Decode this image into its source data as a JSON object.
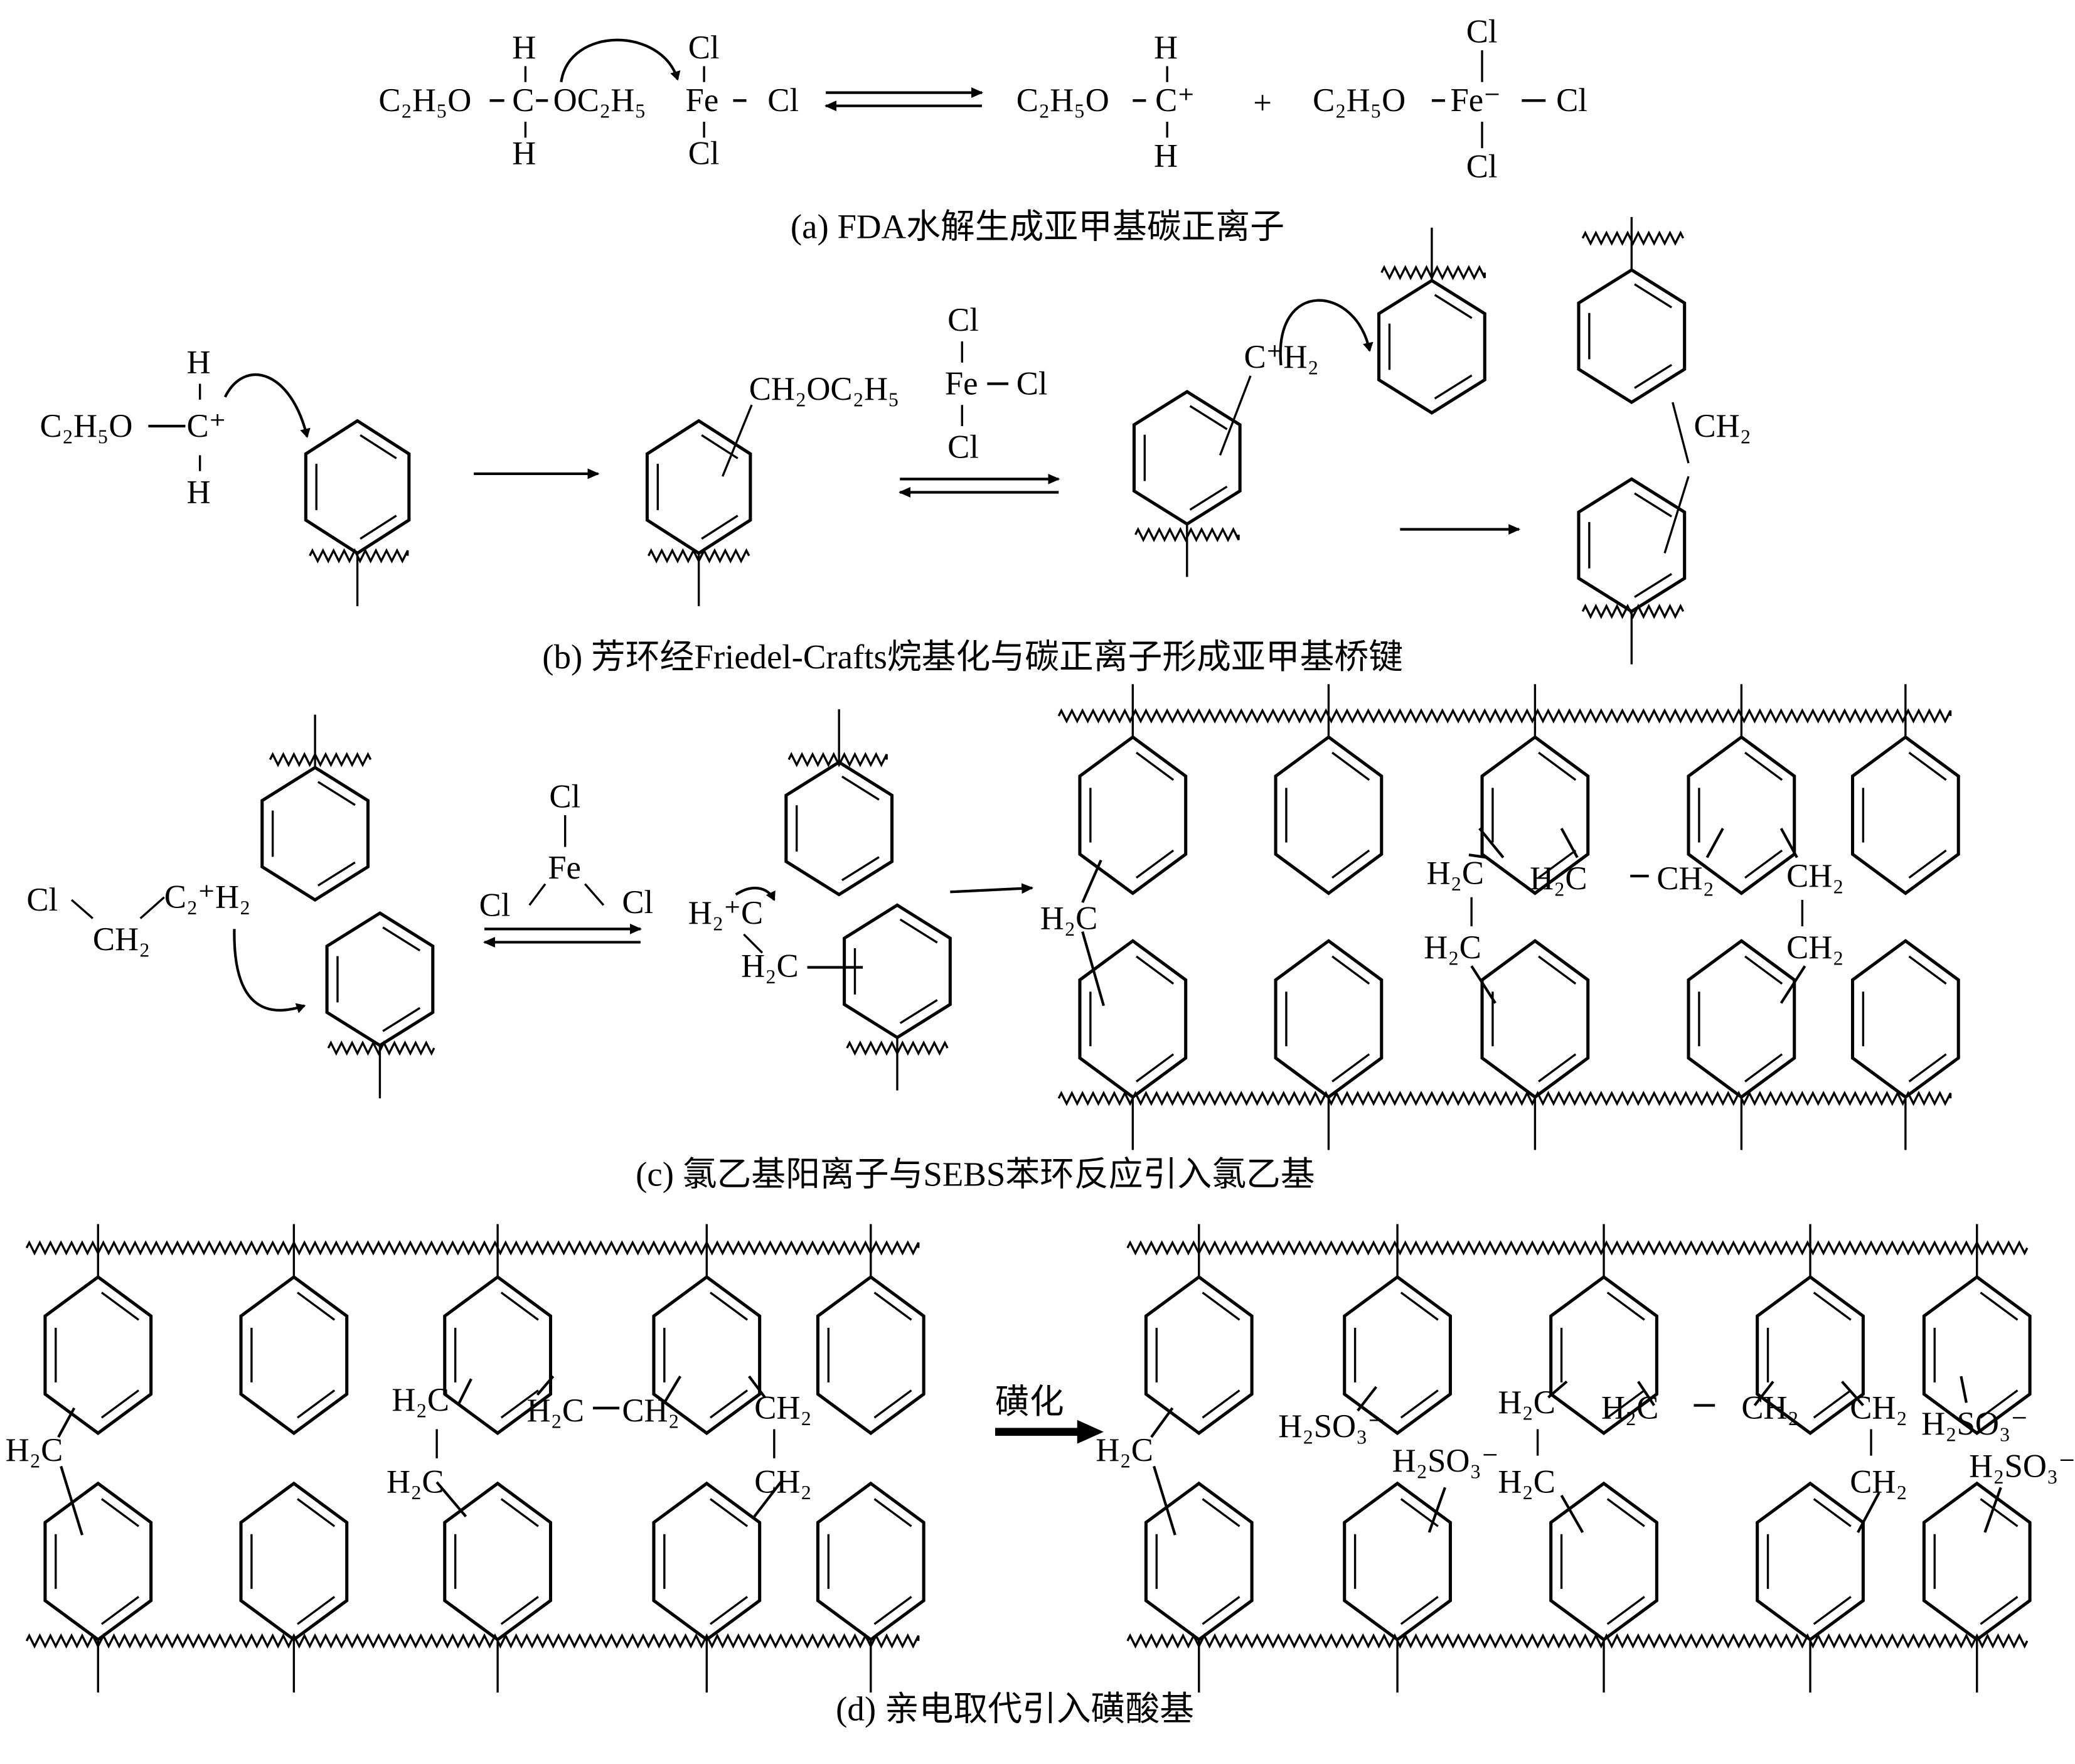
{
  "figure": {
    "panels": [
      {
        "id": "a",
        "caption": "(a) FDA水解生成亚甲基碳正离子",
        "reactant": {
          "left_group": "C₂H₅O",
          "center_atom": "C",
          "top_atom": "H",
          "bottom_atom": "H",
          "right_group": "OC₂H₅",
          "lewis_acid": {
            "center": "Fe",
            "top": "Cl",
            "right": "Cl",
            "bottom": "Cl"
          }
        },
        "arrow": "equilibrium",
        "products": [
          {
            "left_group": "C₂H₅O",
            "center_atom": "C⁺",
            "top_atom": "H",
            "bottom_atom": "H"
          },
          {
            "plus": "+"
          },
          {
            "left_group": "C₂H₅O",
            "center_atom": "Fe⁻",
            "top": "Cl",
            "right": "Cl",
            "bottom": "Cl"
          }
        ]
      },
      {
        "id": "b",
        "caption": "(b) 芳环经Friedel-Crafts烷基化与碳正离子形成亚甲基桥键",
        "cation": {
          "left_group": "C₂H₅O",
          "center_atom": "C⁺",
          "top_atom": "H",
          "bottom_atom": "H"
        },
        "intermediate_substituent": "CH₂OC₂H₅",
        "catalyst": {
          "center": "Fe",
          "top": "Cl",
          "right": "Cl",
          "bottom": "Cl"
        },
        "benzyl_cation": "C⁺H₂",
        "bridge": "CH₂"
      },
      {
        "id": "c",
        "caption": "(c) 氯乙基阳离子与SEBS苯环反应引入氯乙基",
        "chloroethyl_cation": {
          "cl": "Cl",
          "ch2": "CH₂",
          "cation": "C₂⁺H₂"
        },
        "catalyst": {
          "center": "Fe",
          "top": "Cl",
          "left": "Cl",
          "right": "Cl"
        },
        "intermediate": {
          "cation": "H₂⁺C",
          "ch2": "H₂C"
        },
        "network_labels": [
          "H₂C",
          "H₂C",
          "H₂C",
          "CH₂",
          "CH₂",
          "H₂C",
          "CH₂"
        ]
      },
      {
        "id": "d",
        "caption": "(d) 亲电取代引入磺酸基",
        "arrow_label": "磺化",
        "before_labels": [
          "H₂C",
          "H₂C",
          "H₂C",
          "CH₂",
          "CH₂",
          "H₂C",
          "CH₂"
        ],
        "after_labels": [
          "H₂C",
          "H₂C",
          "H₂C",
          "CH₂",
          "CH₂",
          "H₂C",
          "CH₂"
        ],
        "sulfonate_group": "H₂SO₃⁻"
      }
    ]
  }
}
